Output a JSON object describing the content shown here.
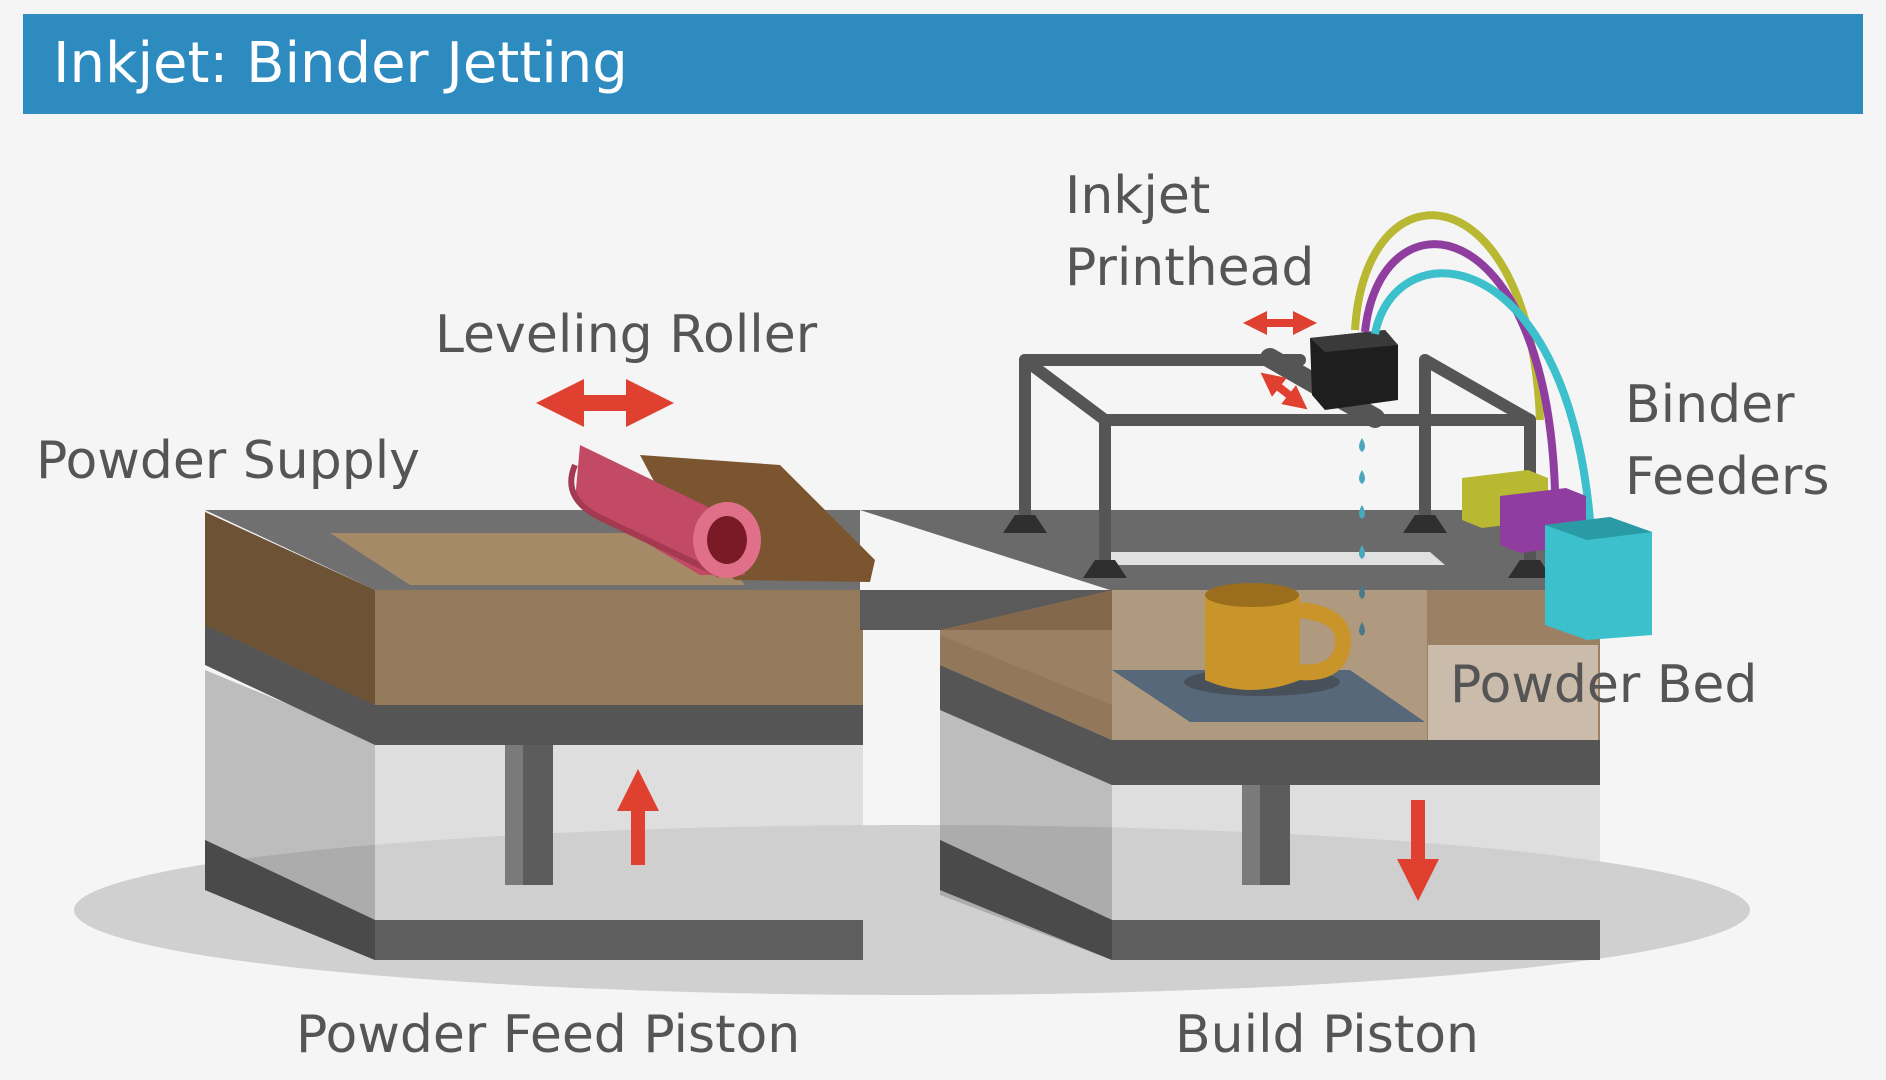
{
  "header": {
    "title": "Inkjet: Binder Jetting"
  },
  "labels": {
    "leveling_roller": "Leveling Roller",
    "powder_supply": "Powder Supply",
    "inkjet_printhead_line1": "Inkjet",
    "inkjet_printhead_line2": "Printhead",
    "binder_feeders_line1": "Binder",
    "binder_feeders_line2": "Feeders",
    "powder_bed": "Powder Bed",
    "powder_feed_piston": "Powder Feed Piston",
    "build_piston": "Build Piston"
  },
  "colors": {
    "header": "#2e8bc0",
    "arrow": "#e0402f",
    "feeder_yellow": "#b8b832",
    "feeder_magenta": "#8f3ea0",
    "feeder_cyan": "#3cc0cc",
    "frame": "#555555",
    "powder": "#8b6b4a",
    "mug": "#c9952b",
    "roller": "#c24a64"
  }
}
